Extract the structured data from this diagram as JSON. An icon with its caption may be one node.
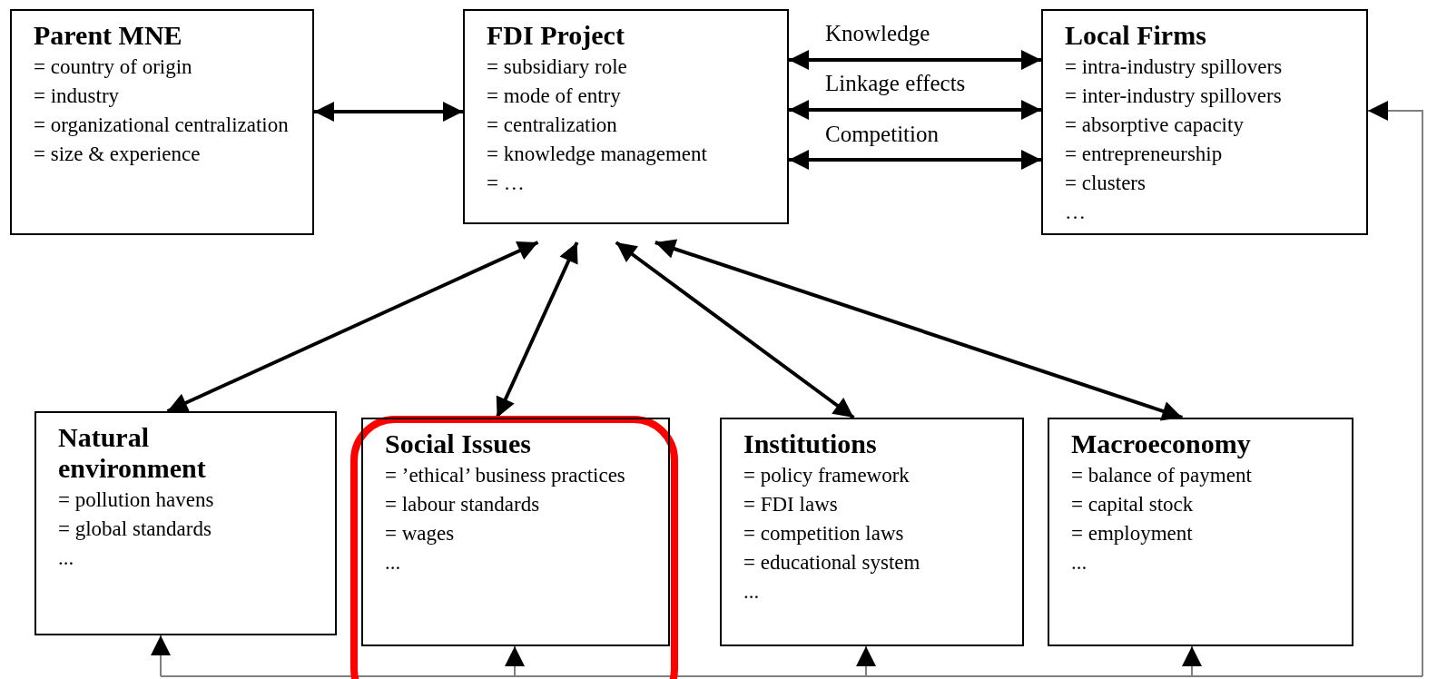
{
  "diagram": {
    "nodes": [
      {
        "text": [
          "Parent MNE",
          "= country of origin",
          "= industry",
          "= organizational centralization",
          "= size & experience"
        ]
      },
      {
        "text": [
          "FDI Project",
          "= subsidiary role",
          "= mode of entry",
          "= centralization",
          "= knowledge management",
          "= …"
        ]
      },
      {
        "text": [
          "Local Firms",
          "= intra-industry spillovers",
          "= inter-industry spillovers",
          "= absorptive capacity",
          "= entrepreneurship",
          "= clusters",
          "…"
        ]
      },
      {
        "text": [
          "Natural environment",
          "= pollution havens",
          "= global standards",
          "..."
        ]
      },
      {
        "text": [
          "Social Issues",
          "= ’ethical’ business practices",
          "= labour standards",
          "= wages",
          "..."
        ]
      },
      {
        "text": [
          "Institutions",
          "= policy framework",
          "= FDI laws",
          "= competition laws",
          "= educational system",
          "..."
        ]
      },
      {
        "text": [
          "Macroeconomy",
          "= balance of payment",
          "= capital stock",
          "= employment",
          "..."
        ]
      }
    ],
    "edges": [
      {
        "from": 0,
        "to": 1,
        "arrow": "both"
      },
      {
        "from": 1,
        "to": 2,
        "arrow": "both",
        "label": "Knowledge"
      },
      {
        "from": 1,
        "to": 2,
        "arrow": "both",
        "label": "Linkage effects"
      },
      {
        "from": 1,
        "to": 2,
        "arrow": "both",
        "label": "Competition"
      },
      {
        "from": 1,
        "to": 3,
        "arrow": "both"
      },
      {
        "from": 1,
        "to": 4,
        "arrow": "both"
      },
      {
        "from": 1,
        "to": 5,
        "arrow": "both"
      },
      {
        "from": 1,
        "to": 6,
        "arrow": "both"
      },
      {
        "from": null,
        "to": 3,
        "arrow": "to",
        "color": "#808080"
      },
      {
        "from": null,
        "to": 4,
        "arrow": "to",
        "color": "#808080"
      },
      {
        "from": null,
        "to": 5,
        "arrow": "to",
        "color": "#808080"
      },
      {
        "from": null,
        "to": 6,
        "arrow": "to",
        "color": "#808080"
      },
      {
        "from": null,
        "to": 2,
        "arrow": "to",
        "color": "#808080"
      }
    ]
  }
}
